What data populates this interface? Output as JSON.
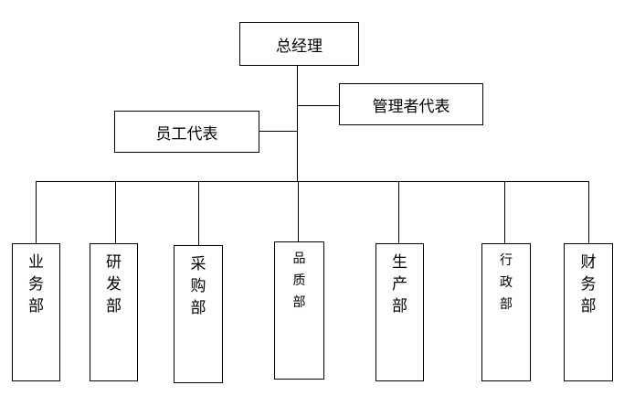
{
  "top": {
    "label": "总经理"
  },
  "rep_management": {
    "label": "管理者代表"
  },
  "rep_employee": {
    "label": "员工代表"
  },
  "departments": [
    {
      "key": "sales",
      "label": "业务部"
    },
    {
      "key": "rnd",
      "label": "研发部"
    },
    {
      "key": "purchasing",
      "label": "采购部"
    },
    {
      "key": "quality",
      "label": "品质部"
    },
    {
      "key": "production",
      "label": "生产部"
    },
    {
      "key": "admin",
      "label": "行政部"
    },
    {
      "key": "finance",
      "label": "财务部"
    }
  ]
}
